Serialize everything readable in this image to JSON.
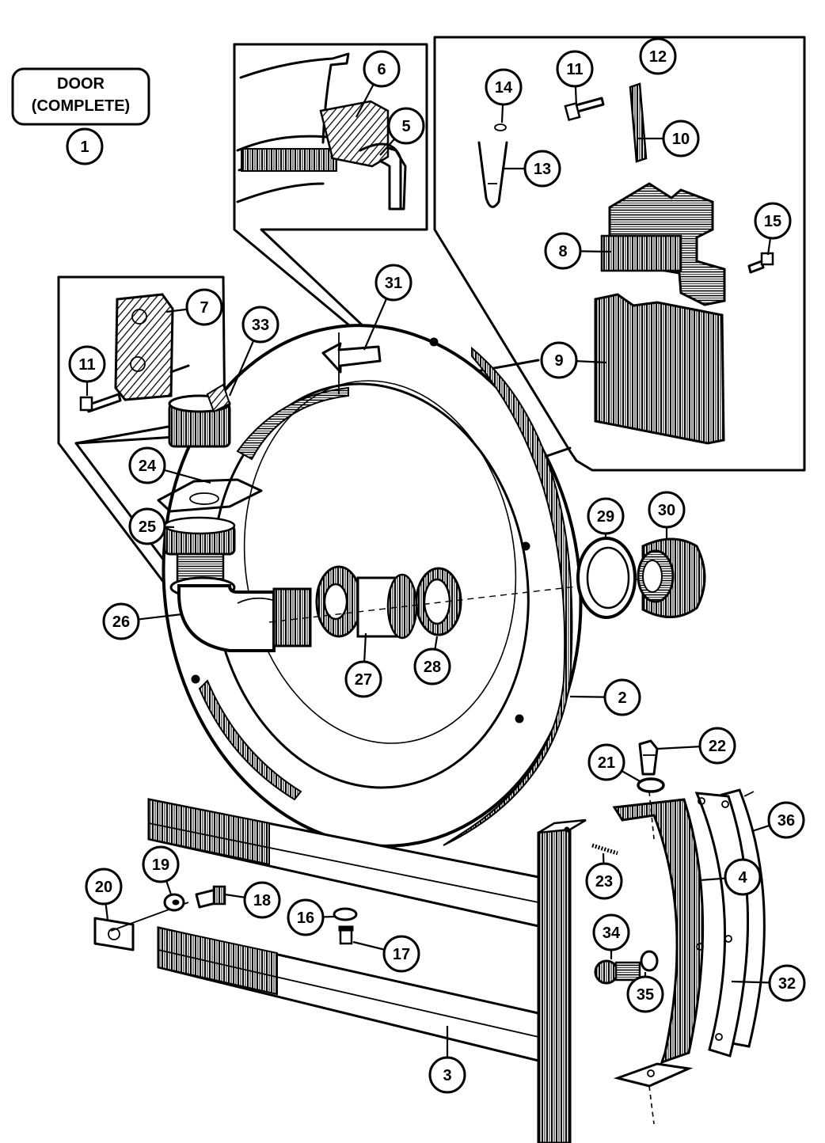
{
  "door_label": {
    "line1": "DOOR",
    "line2": "(COMPLETE)",
    "number": "1"
  },
  "callouts": [
    {
      "id": "c2",
      "label": "2"
    },
    {
      "id": "c3",
      "label": "3"
    },
    {
      "id": "c4",
      "label": "4"
    },
    {
      "id": "c5",
      "label": "5"
    },
    {
      "id": "c6",
      "label": "6"
    },
    {
      "id": "c7",
      "label": "7"
    },
    {
      "id": "c8",
      "label": "8"
    },
    {
      "id": "c9",
      "label": "9"
    },
    {
      "id": "c10",
      "label": "10"
    },
    {
      "id": "c11a",
      "label": "11"
    },
    {
      "id": "c11b",
      "label": "11"
    },
    {
      "id": "c12",
      "label": "12"
    },
    {
      "id": "c13",
      "label": "13"
    },
    {
      "id": "c14",
      "label": "14"
    },
    {
      "id": "c15",
      "label": "15"
    },
    {
      "id": "c16",
      "label": "16"
    },
    {
      "id": "c17",
      "label": "17"
    },
    {
      "id": "c18",
      "label": "18"
    },
    {
      "id": "c19",
      "label": "19"
    },
    {
      "id": "c20",
      "label": "20"
    },
    {
      "id": "c21",
      "label": "21"
    },
    {
      "id": "c22",
      "label": "22"
    },
    {
      "id": "c23",
      "label": "23"
    },
    {
      "id": "c24",
      "label": "24"
    },
    {
      "id": "c25",
      "label": "25"
    },
    {
      "id": "c26",
      "label": "26"
    },
    {
      "id": "c27",
      "label": "27"
    },
    {
      "id": "c28",
      "label": "28"
    },
    {
      "id": "c29",
      "label": "29"
    },
    {
      "id": "c30",
      "label": "30"
    },
    {
      "id": "c31",
      "label": "31"
    },
    {
      "id": "c32",
      "label": "32"
    },
    {
      "id": "c33",
      "label": "33"
    },
    {
      "id": "c34",
      "label": "34"
    },
    {
      "id": "c35",
      "label": "35"
    },
    {
      "id": "c36",
      "label": "36"
    }
  ]
}
